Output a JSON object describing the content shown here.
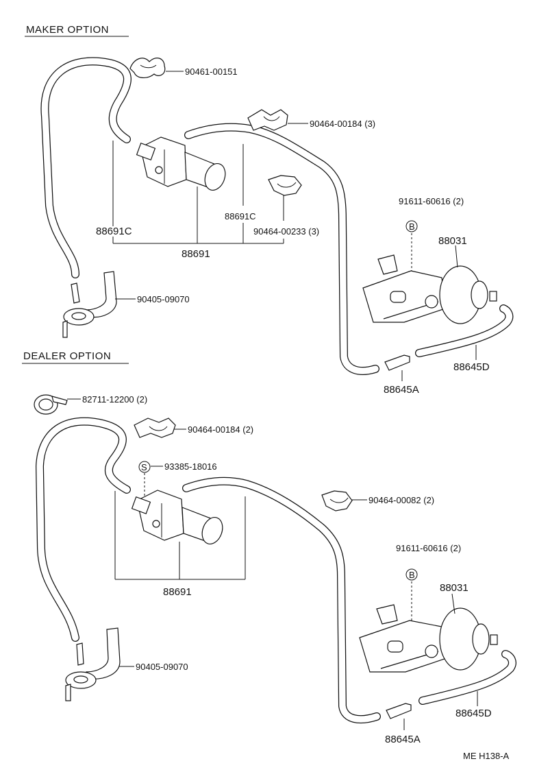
{
  "sections": {
    "maker": "MAKER OPTION",
    "dealer": "DEALER OPTION"
  },
  "maker": {
    "clamp_top": "90461-00151",
    "clamp_right": "90464-00184 (3)",
    "clamp_mid": "90464-00233 (3)",
    "hose_left": "88691C",
    "hose_right": "88691C",
    "valve": "88691",
    "bolt": "91611-60616 (2)",
    "bolt_marker": "B",
    "actuator": "88031",
    "union": "90405-09070",
    "hose_long": "88645D",
    "hose_short": "88645A"
  },
  "dealer": {
    "band_clamp": "82711-12200 (2)",
    "clamp_top": "90464-00184 (2)",
    "screw": "93385-18016",
    "screw_marker": "S",
    "clamp_right": "90464-00082 (2)",
    "valve": "88691",
    "bolt": "91611-60616 (2)",
    "bolt_marker": "B",
    "actuator": "88031",
    "union": "90405-09070",
    "hose_long": "88645D",
    "hose_short": "88645A"
  },
  "figure_code": "ME  H138-A"
}
